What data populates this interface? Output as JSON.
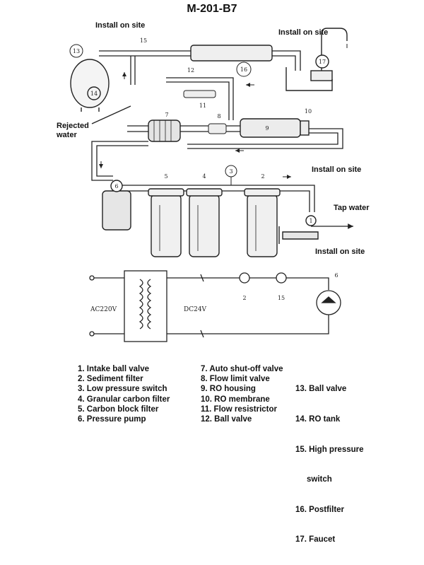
{
  "title": "M-201-B7",
  "annotations": {
    "install_top_left": "Install on site",
    "install_top_right": "Install on site",
    "rejected_water": "Rejected\nwater",
    "install_mid_right": "Install on site",
    "tap_water": "Tap water",
    "install_bottom_right": "Install on site"
  },
  "electrical": {
    "ac_label": "AC220V",
    "dc_label": "DC24V",
    "switch_a_number": "2",
    "switch_b_number": "15",
    "pump_number": "6"
  },
  "numbers": {
    "n1": "1",
    "n2": "2",
    "n3": "3",
    "n4": "4",
    "n5": "5",
    "n6": "6",
    "n7": "7",
    "n8": "8",
    "n9": "9",
    "n10": "10",
    "n11": "11",
    "n12": "12",
    "n13": "13",
    "n14": "14",
    "n15": "15",
    "n16": "16",
    "n17": "17"
  },
  "legend": {
    "col1": [
      "1. Intake ball valve",
      "2. Sediment filter",
      "3. Low pressure switch",
      "4. Granular carbon filter",
      "5. Carbon block filter",
      "6. Pressure pump"
    ],
    "col2": [
      "7. Auto shut-off valve",
      "8. Flow limit valve",
      "9. RO housing",
      "10. RO membrane",
      "11. Flow resistrictor",
      "12. Ball valve"
    ],
    "col3": [
      "13. Ball valve",
      "14. RO tank",
      "15. High pressure",
      "     switch",
      "16. Postfilter",
      "17. Faucet"
    ]
  }
}
